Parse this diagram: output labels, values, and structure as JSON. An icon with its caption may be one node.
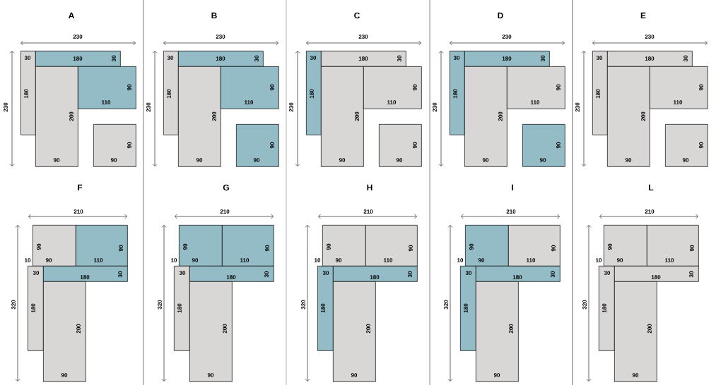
{
  "diagram": {
    "nodes": [
      {
        "text": [
          "30",
          "180"
        ]
      },
      {
        "text": [
          "180",
          "30"
        ]
      },
      {
        "text": [
          "200",
          "90"
        ]
      },
      {
        "text": [
          "90",
          "110"
        ]
      },
      {
        "text": [
          "90",
          "90"
        ]
      },
      {
        "text": [
          "30",
          "180"
        ]
      },
      {
        "text": [
          "180",
          "30"
        ]
      },
      {
        "text": [
          "200",
          "90"
        ]
      },
      {
        "text": [
          "90",
          "110"
        ]
      },
      {
        "text": [
          "90",
          "90"
        ]
      },
      {
        "text": [
          "30",
          "180"
        ]
      },
      {
        "text": [
          "180",
          "30"
        ]
      },
      {
        "text": [
          "200",
          "90"
        ]
      },
      {
        "text": [
          "90",
          "110"
        ]
      },
      {
        "text": [
          "90",
          "90"
        ]
      },
      {
        "text": [
          "30",
          "180"
        ]
      },
      {
        "text": [
          "180",
          "30"
        ]
      },
      {
        "text": [
          "200",
          "90"
        ]
      },
      {
        "text": [
          "90",
          "110"
        ]
      },
      {
        "text": [
          "90",
          "90"
        ]
      },
      {
        "text": [
          "30",
          "180"
        ]
      },
      {
        "text": [
          "180",
          "30"
        ]
      },
      {
        "text": [
          "200",
          "90"
        ]
      },
      {
        "text": [
          "90",
          "110"
        ]
      },
      {
        "text": [
          "90",
          "90"
        ]
      },
      {
        "text": [
          "90",
          "90"
        ]
      },
      {
        "text": [
          "90",
          "110"
        ]
      },
      {
        "text": [
          "30",
          "180"
        ]
      },
      {
        "text": [
          "180",
          "30"
        ]
      },
      {
        "text": [
          "200",
          "90"
        ]
      },
      {
        "text": [
          "90",
          "90"
        ]
      },
      {
        "text": [
          "90",
          "110"
        ]
      },
      {
        "text": [
          "30",
          "180"
        ]
      },
      {
        "text": [
          "180",
          "30"
        ]
      },
      {
        "text": [
          "200",
          "90"
        ]
      },
      {
        "text": [
          "90",
          "90"
        ]
      },
      {
        "text": [
          "90",
          "110"
        ]
      },
      {
        "text": [
          "30",
          "180"
        ]
      },
      {
        "text": [
          "180",
          "30"
        ]
      },
      {
        "text": [
          "200",
          "90"
        ]
      },
      {
        "text": [
          "90",
          "90"
        ]
      },
      {
        "text": [
          "90",
          "110"
        ]
      },
      {
        "text": [
          "30",
          "180"
        ]
      },
      {
        "text": [
          "180",
          "30"
        ]
      },
      {
        "text": [
          "200",
          "90"
        ]
      },
      {
        "text": [
          "90",
          "90"
        ]
      },
      {
        "text": [
          "90",
          "110"
        ]
      },
      {
        "text": [
          "30",
          "180"
        ]
      },
      {
        "text": [
          "180",
          "30"
        ]
      },
      {
        "text": [
          "200",
          "90"
        ]
      }
    ],
    "labels": [
      "A",
      "230",
      "230",
      "B",
      "230",
      "230",
      "C",
      "230",
      "230",
      "D",
      "230",
      "230",
      "E",
      "230",
      "230",
      "F",
      "210",
      "320",
      "10",
      "G",
      "210",
      "320",
      "10",
      "H",
      "210",
      "320",
      "10",
      "I",
      "210",
      "320",
      "10",
      "L",
      "210",
      "320",
      "10"
    ]
  }
}
